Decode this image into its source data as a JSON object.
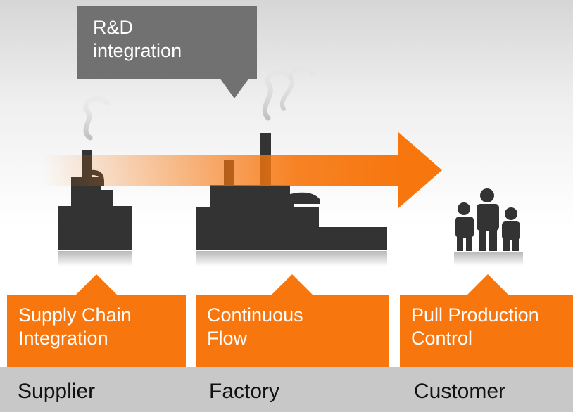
{
  "rd_callout": {
    "lines": [
      "R&D",
      "integration"
    ],
    "color": "#717171"
  },
  "callouts": [
    {
      "lines": [
        "Supply Chain",
        "Integration"
      ]
    },
    {
      "lines": [
        "Continuous",
        "Flow"
      ]
    },
    {
      "lines": [
        "Pull Production",
        "Control"
      ]
    }
  ],
  "columns": [
    "Supplier",
    "Factory",
    "Customer"
  ],
  "colors": {
    "accent": "#f7760e",
    "silhouette": "#333333",
    "bottom_bar": "#c8c8c8"
  },
  "icons": [
    "smoke-icon",
    "supplier-factory-icon",
    "main-factory-icon",
    "customer-family-icon",
    "flow-arrow"
  ]
}
